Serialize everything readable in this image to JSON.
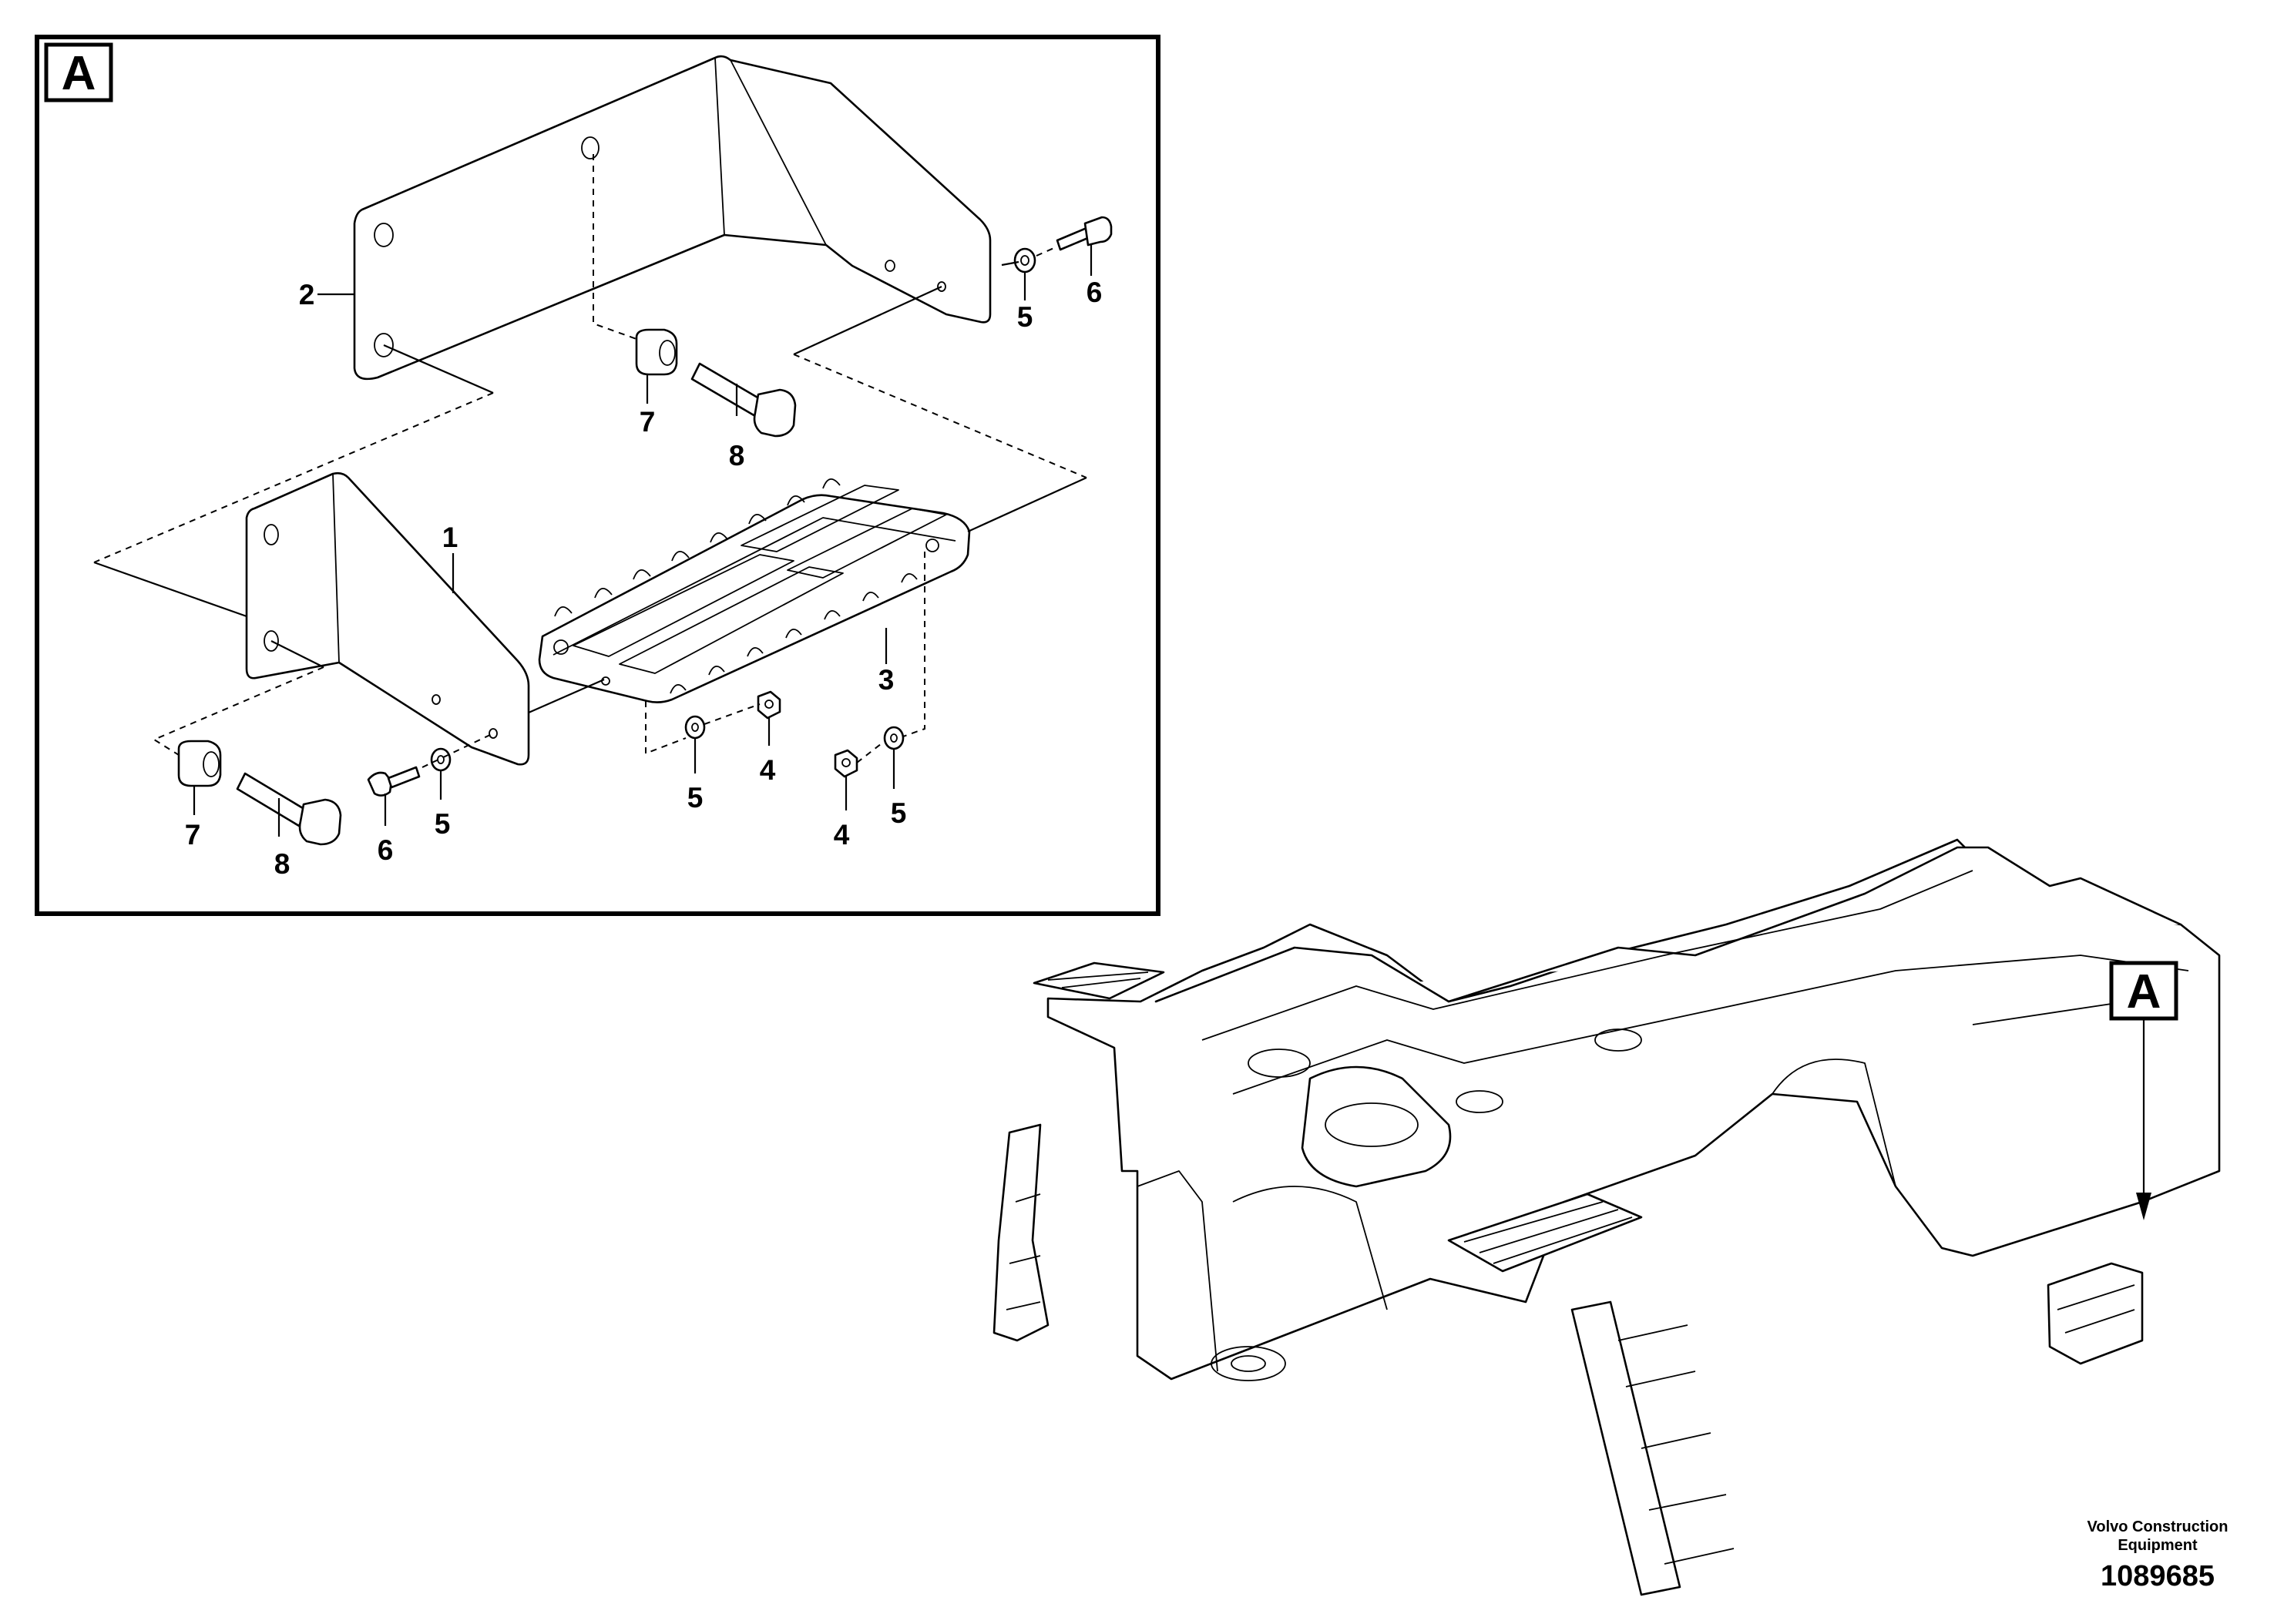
{
  "detail_view": {
    "letter": "A"
  },
  "callouts": [
    {
      "id": "1",
      "label": "1"
    },
    {
      "id": "2",
      "label": "2"
    },
    {
      "id": "3",
      "label": "3"
    },
    {
      "id": "4a",
      "label": "4"
    },
    {
      "id": "4b",
      "label": "4"
    },
    {
      "id": "5a",
      "label": "5"
    },
    {
      "id": "5b",
      "label": "5"
    },
    {
      "id": "5c",
      "label": "5"
    },
    {
      "id": "5d",
      "label": "5"
    },
    {
      "id": "6a",
      "label": "6"
    },
    {
      "id": "6b",
      "label": "6"
    },
    {
      "id": "7a",
      "label": "7"
    },
    {
      "id": "7b",
      "label": "7"
    },
    {
      "id": "8a",
      "label": "8"
    },
    {
      "id": "8b",
      "label": "8"
    }
  ],
  "overview": {
    "marker_letter": "A"
  },
  "footer": {
    "credit_line1": "Volvo Construction",
    "credit_line2": "Equipment",
    "document_number": "1089685"
  }
}
